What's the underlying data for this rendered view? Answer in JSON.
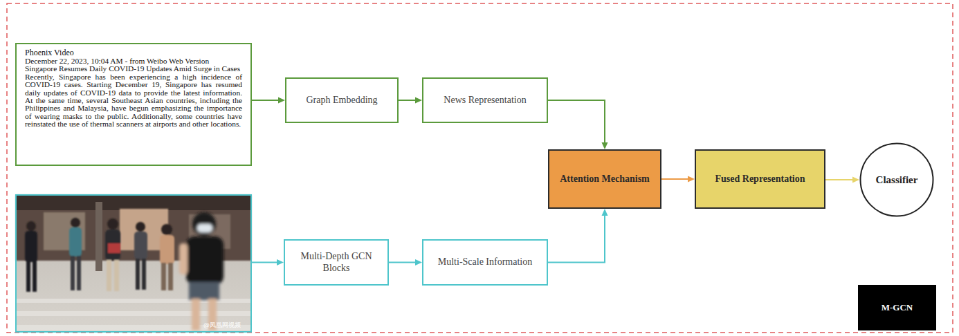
{
  "diagram": {
    "nodes": [
      {
        "text": [
          "Phoenix Video",
          "December 22, 2023, 10:04 AM - from Weibo Web Version",
          "Singapore Resumes Daily COVID-19 Updates Amid Surge in Cases",
          "Recently, Singapore has been experiencing a high incidence of COVID-19 cases. Starting December 19, Singapore has resumed daily updates of COVID-19 data to provide the latest information. At the same time, several Southeast Asian countries, including the Philippines and Malaysia, have begun emphasizing the importance of wearing masks to the public. Additionally, some countries have reinstated the use of thermal scanners at airports and other locations."
        ]
      },
      {
        "text": [
          "Graph Embedding"
        ]
      },
      {
        "text": [
          "News Representation"
        ]
      },
      {
        "text": [
          "@凤凰网视频"
        ]
      },
      {
        "text": [
          "Multi-Depth GCN Blocks"
        ]
      },
      {
        "text": [
          "Multi-Scale Information"
        ]
      },
      {
        "text": [
          "Attention Mechanism"
        ]
      },
      {
        "text": [
          "Fused Representation"
        ]
      },
      {
        "text": [
          "Classifier"
        ]
      },
      {
        "text": [
          "M-GCN"
        ]
      }
    ],
    "edges": [
      {
        "from": 0,
        "to": 1,
        "arrow": "to"
      },
      {
        "from": 1,
        "to": 2,
        "arrow": "to"
      },
      {
        "from": 2,
        "to": 6,
        "arrow": "to"
      },
      {
        "from": 3,
        "to": 4,
        "arrow": "to"
      },
      {
        "from": 4,
        "to": 5,
        "arrow": "to"
      },
      {
        "from": 5,
        "to": 6,
        "arrow": "to"
      },
      {
        "from": 6,
        "to": 7,
        "arrow": "to"
      },
      {
        "from": 7,
        "to": 8,
        "arrow": "to"
      }
    ]
  }
}
